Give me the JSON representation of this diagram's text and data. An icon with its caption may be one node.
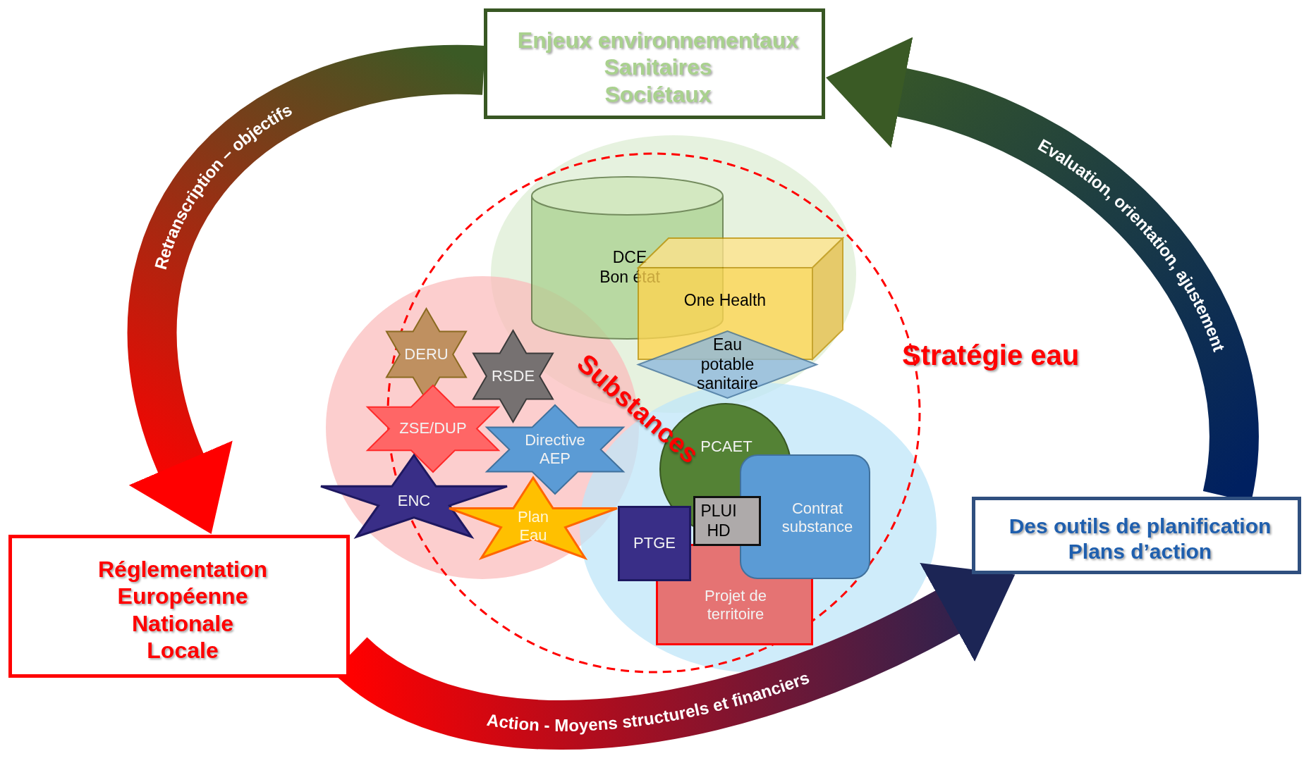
{
  "diagram": {
    "nodes": [
      {
        "text": [
          "Enjeux environnementaux",
          "Sanitaires",
          "Sociétaux"
        ]
      },
      {
        "text": [
          "Réglementation",
          "Européenne",
          "Nationale",
          "Locale"
        ]
      },
      {
        "text": [
          "Des outils de planification",
          "Plans d’action"
        ]
      },
      {
        "text": [
          "DCE",
          "Bon état"
        ]
      },
      {
        "text": [
          "One Health"
        ]
      },
      {
        "text": [
          "Eau potable sanitaire"
        ]
      },
      {
        "text": [
          "DERU"
        ]
      },
      {
        "text": [
          "RSDE"
        ]
      },
      {
        "text": [
          "ZSE/DUP"
        ]
      },
      {
        "text": [
          "Directive AEP"
        ]
      },
      {
        "text": [
          "ENC"
        ]
      },
      {
        "text": [
          "Plan Eau"
        ]
      },
      {
        "text": [
          "PCAET"
        ]
      },
      {
        "text": [
          "Contrat substance"
        ]
      },
      {
        "text": [
          "PLUI HD"
        ]
      },
      {
        "text": [
          "PTGE"
        ]
      },
      {
        "text": [
          "Projet de territoire"
        ]
      }
    ],
    "edges": [
      {
        "from": 0,
        "to": 1,
        "arrow": "to",
        "label": "Retranscription – objectifs",
        "style": "thick"
      },
      {
        "from": 1,
        "to": 2,
        "arrow": "to",
        "label": "Action - Moyens structurels et financiers",
        "style": "thick"
      },
      {
        "from": 2,
        "to": 0,
        "arrow": "to",
        "label": "Evaluation, orientation, ajustement",
        "style": "thick"
      }
    ],
    "labels": [
      "Stratégie eau",
      "Substances"
    ]
  }
}
